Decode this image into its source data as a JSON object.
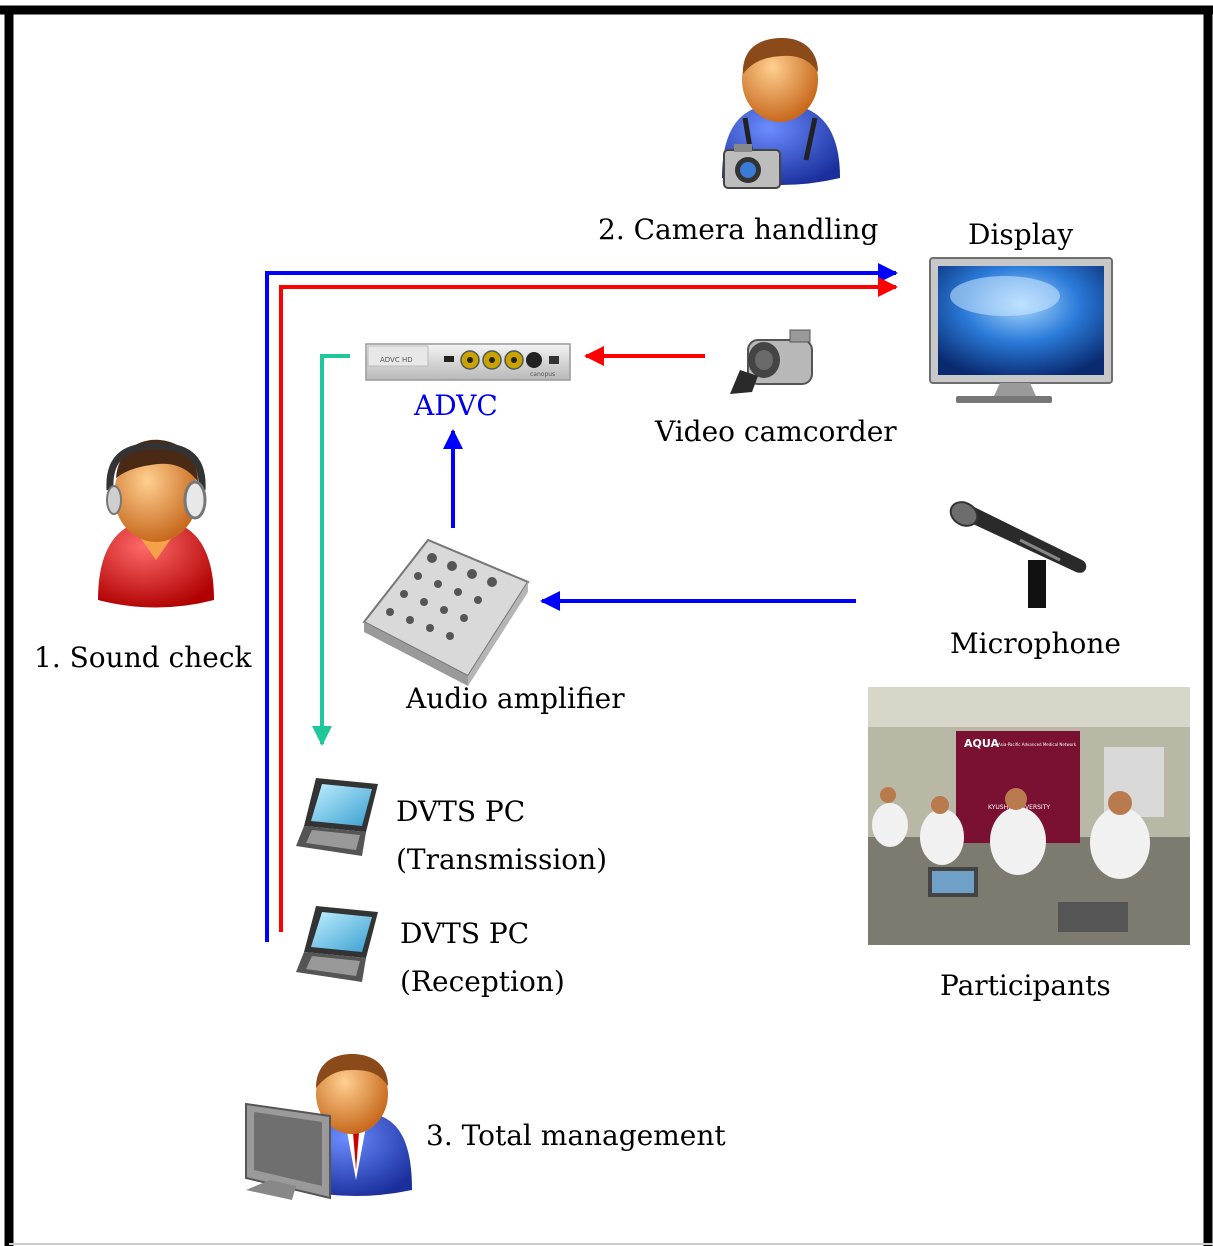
{
  "labels": {
    "sound_check": "1. Sound check",
    "camera_handling": "2. Camera handling",
    "total_management": "3. Total management",
    "display": "Display",
    "advc": "ADVC",
    "video_camcorder": "Video camcorder",
    "microphone": "Microphone",
    "audio_amplifier": "Audio amplifier",
    "dvts_tx_line1": "DVTS PC",
    "dvts_tx_line2": "(Transmission)",
    "dvts_rx_line1": "DVTS PC",
    "dvts_rx_line2": "(Reception)",
    "participants": "Participants"
  },
  "device_text": {
    "advc_model": "ADVC HD",
    "advc_brand": "canopus"
  },
  "photo_text": {
    "banner_title": "AQUA",
    "banner_subtitle": "Asia-Pacific Advanced Medical Network",
    "banner_university": "KYUSHU UNIVERSITY"
  },
  "colors": {
    "border": "#000000",
    "video_line": "#ff0000",
    "audio_line": "#0000ff",
    "advc_output_line": "#1fc79a",
    "advc_label": "#0000ee"
  },
  "icons": [
    "headset-person-icon",
    "camera-person-icon",
    "manager-person-icon",
    "display-icon",
    "advc-device-icon",
    "camcorder-icon",
    "microphone-icon",
    "audio-mixer-icon",
    "laptop-icon"
  ]
}
